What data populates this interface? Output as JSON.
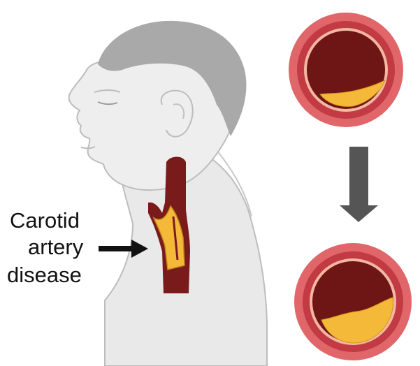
{
  "diagram": {
    "label_lines": [
      "Carotid",
      "artery",
      "disease"
    ],
    "icons": {
      "head": "human-head-profile",
      "artery": "carotid-artery-plaque",
      "pointer": "right-arrow",
      "progression": "down-arrow",
      "cross_sections": [
        "artery-cross-section-mild-plaque",
        "artery-cross-section-severe-plaque"
      ]
    },
    "colors": {
      "skin": "#e9e9e9",
      "skin_outline": "#bdbdbd",
      "hair": "#a9a9a9",
      "artery_wall": "#7a1b1b",
      "blood": "#6e1515",
      "plaque": "#f5b93a",
      "outer_ring": "#e0666a",
      "mid_ring": "#c23b44",
      "arrow": "#555555"
    }
  }
}
